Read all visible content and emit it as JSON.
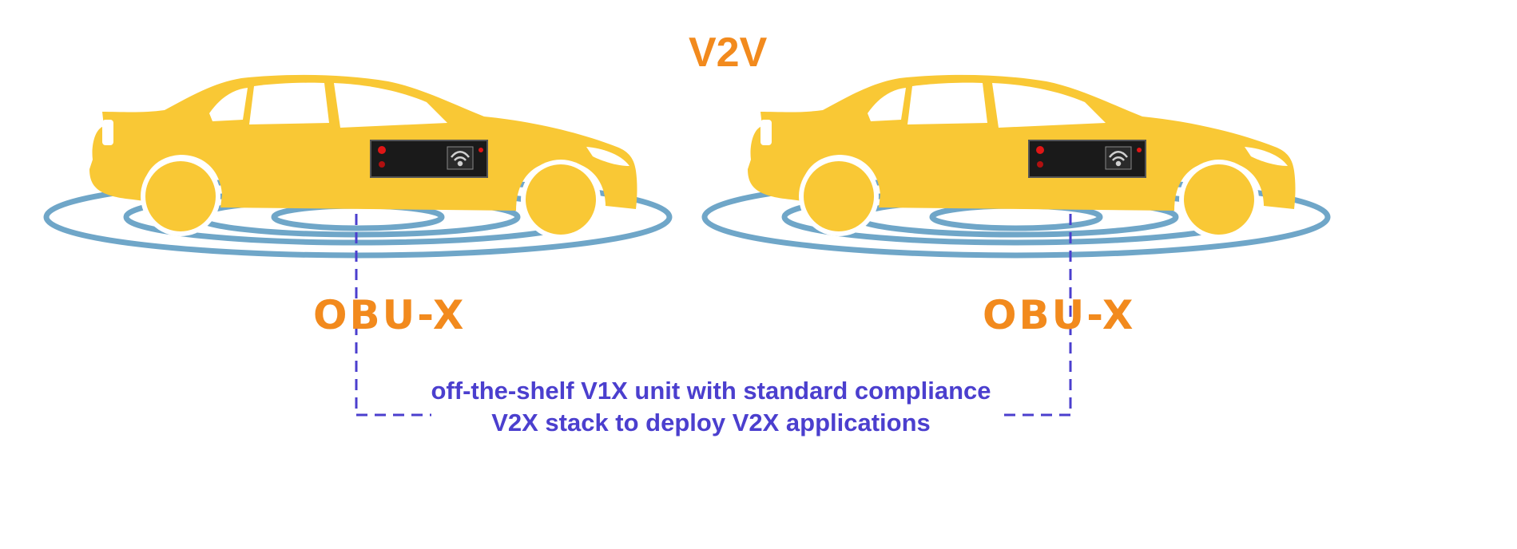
{
  "title": "V2V",
  "vehicles": [
    {
      "label": "OBU-X"
    },
    {
      "label": "OBU-X"
    }
  ],
  "description": {
    "line1": "off-the-shelf V1X unit with standard compliance",
    "line2": "V2X stack to deploy V2X applications"
  },
  "colors": {
    "car": "#f9c835",
    "signal_rings": "#6fa6c8",
    "accent_orange": "#f28a1d",
    "connector_purple": "#4b3fce",
    "obu_device": "#1a1a1a",
    "led_red": "#e01616"
  },
  "icons": [
    "car-icon",
    "wifi-icon",
    "led-indicator-icon"
  ]
}
